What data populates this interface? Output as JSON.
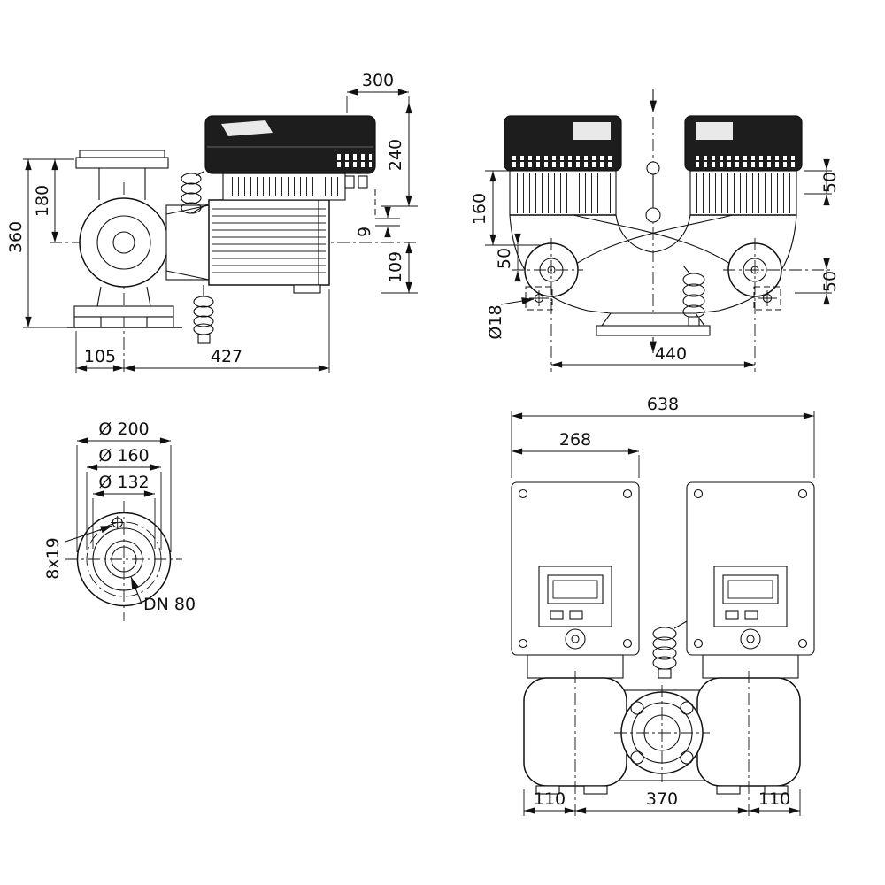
{
  "drawing": {
    "background": "#ffffff",
    "line_color": "#111111",
    "views": {
      "side": {
        "dims": {
          "service_space": "300",
          "module_top_height": "240",
          "flange_to_axis": "180",
          "overall_height": "360",
          "clearance": "9",
          "axis_to_support": "109",
          "base_to_axis": "105",
          "axis_to_motor_end": "427"
        }
      },
      "front": {
        "dims": {
          "module_to_step": "160",
          "step_to_axis": "50",
          "flange_to_tap": "50",
          "axis_to_edge": "50",
          "drain_hole": "Ø18",
          "head_spacing": "440"
        }
      },
      "flange": {
        "dims": {
          "outer": "Ø 200",
          "bolt_circle": "Ø 160",
          "raised_face": "Ø 132",
          "bolt_holes": "8x19",
          "nominal": "DN 80"
        }
      },
      "top": {
        "dims": {
          "overall_width": "638",
          "module_width": "268",
          "left_edge_to_port": "110",
          "port_spacing": "370",
          "port_to_right_edge": "110"
        }
      }
    }
  }
}
